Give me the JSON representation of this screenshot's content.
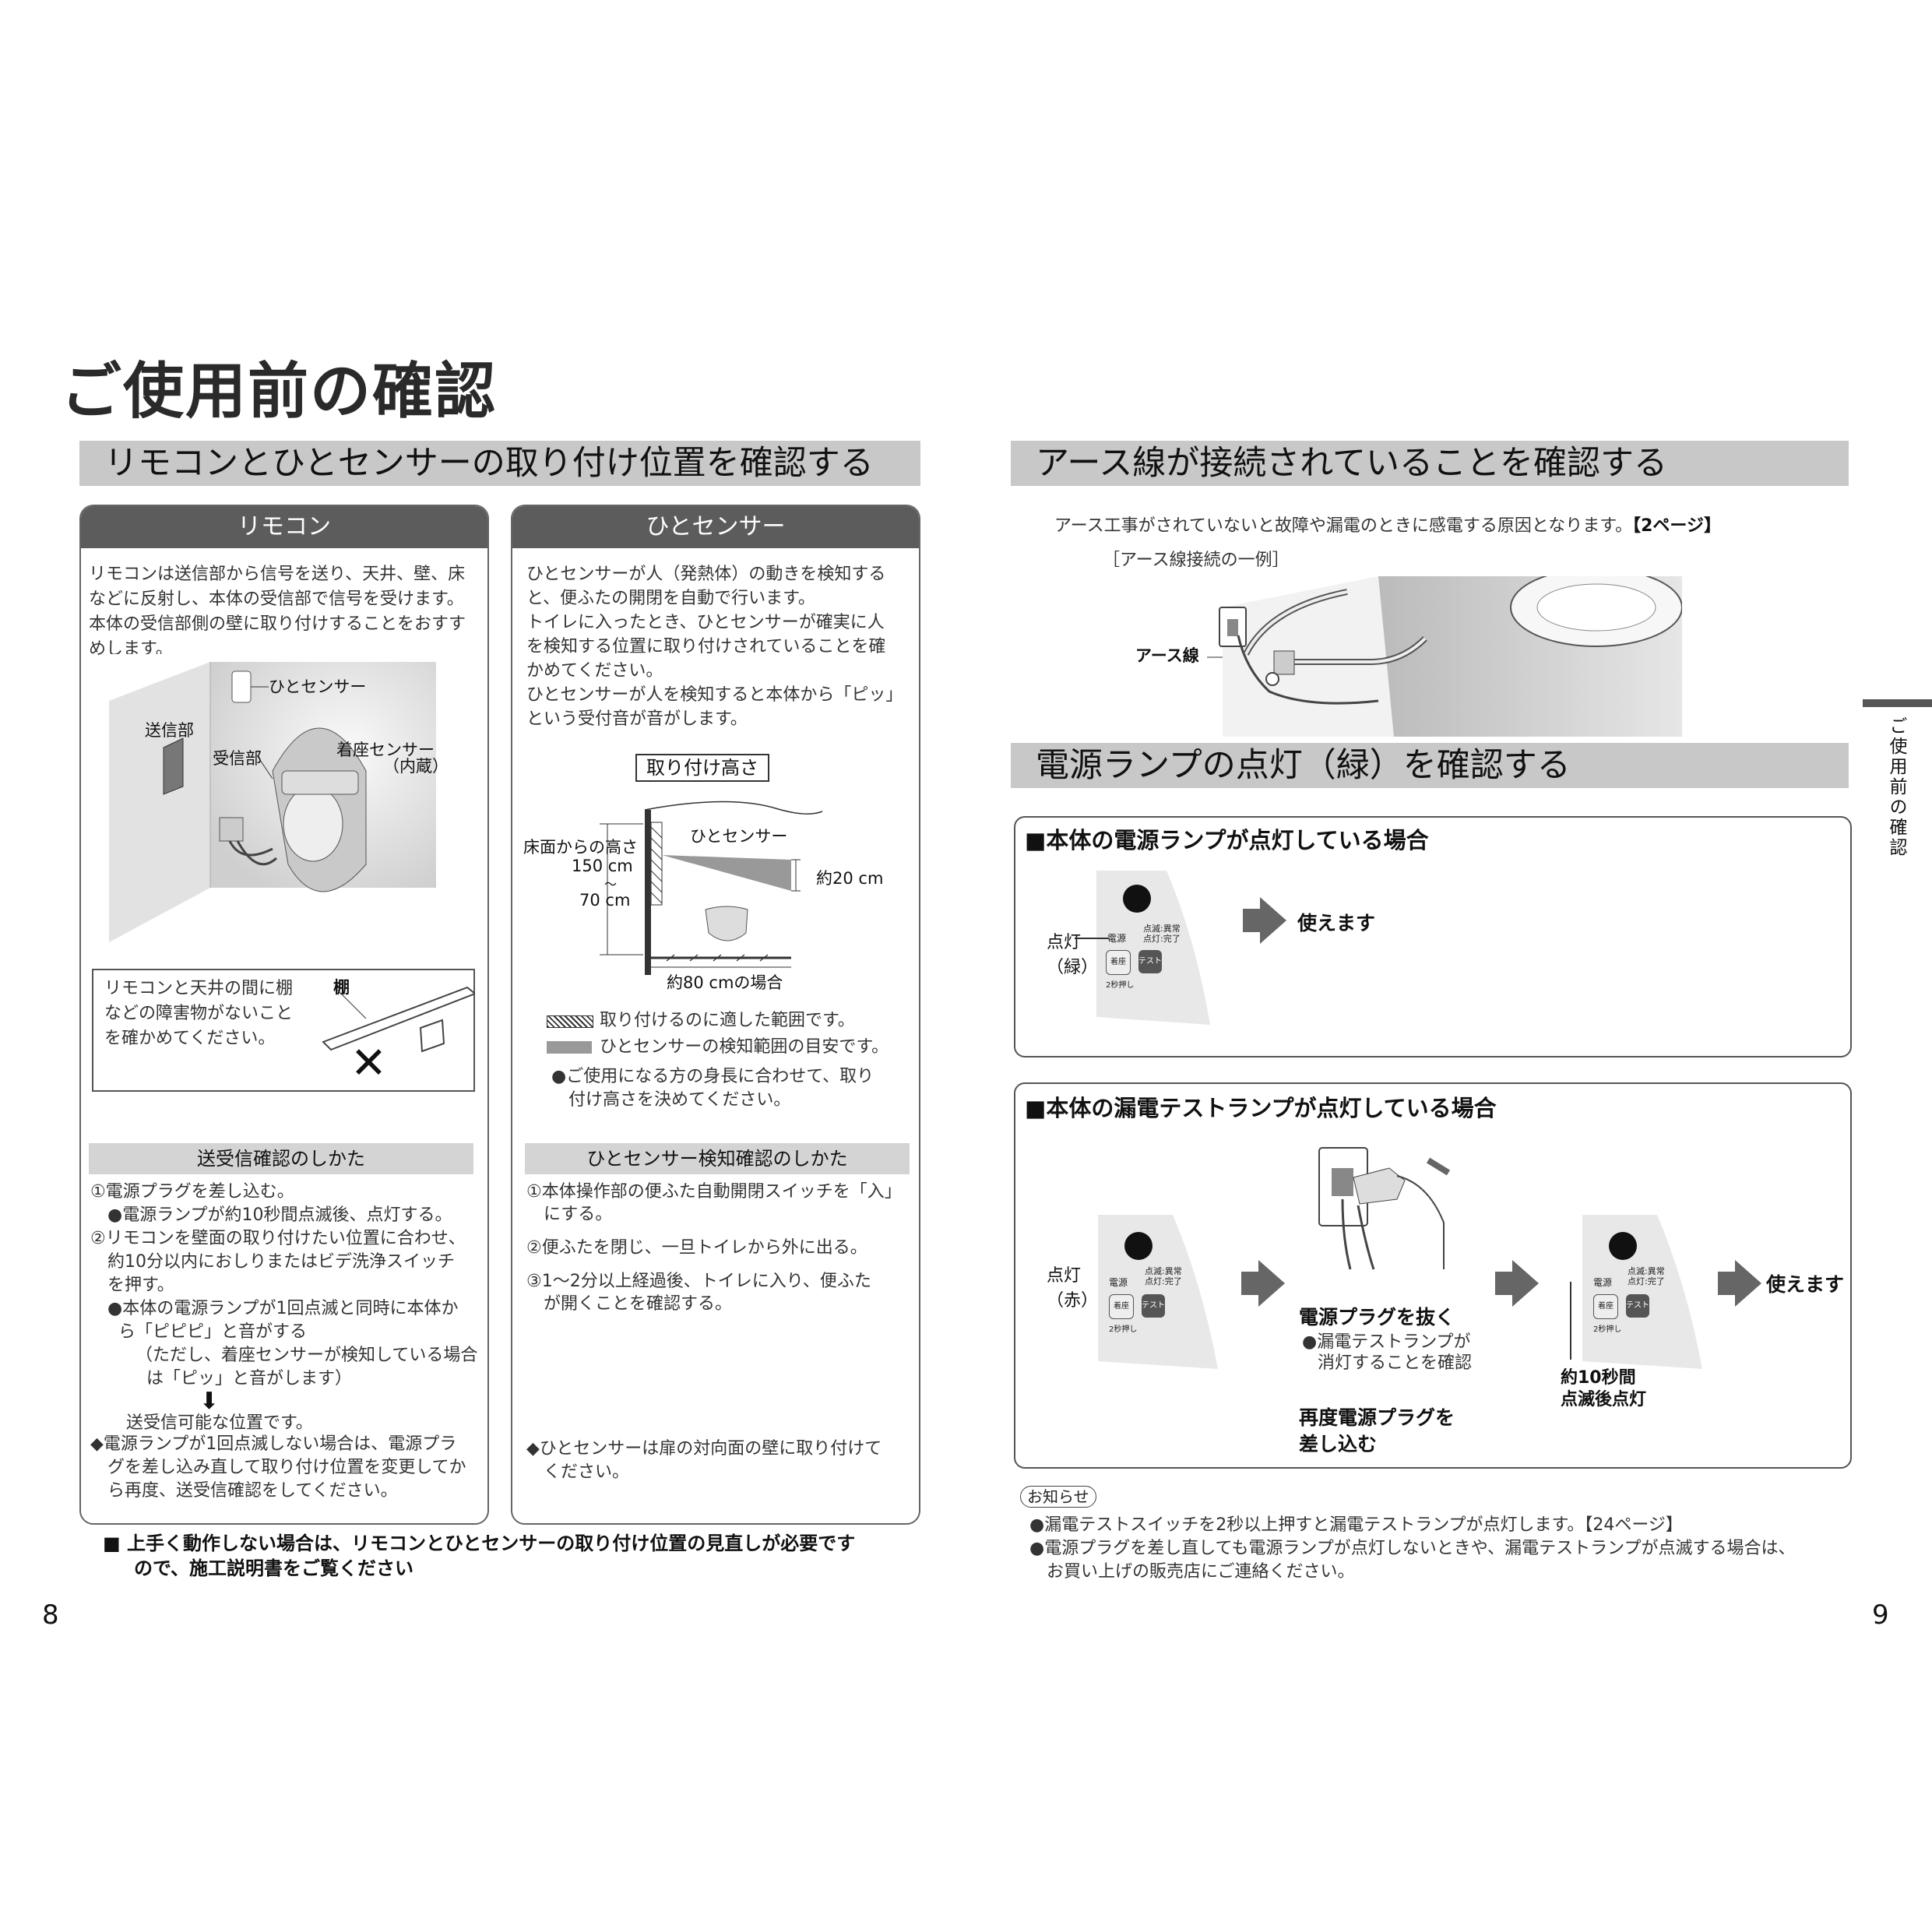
{
  "title": "ご使用前の確認",
  "left_section": {
    "heading": "リモコンとひとセンサーの取り付け位置を確認する",
    "remocon": {
      "header": "リモコン",
      "description": [
        "リモコンは送信部から信号を送り、天井、壁、床",
        "などに反射し、本体の受信部で信号を受けます。",
        "本体の受信部側の壁に取り付けすることをおすす",
        "めします。"
      ],
      "labels": {
        "sensor": "ひとセンサー",
        "transmitter": "送信部",
        "receiver": "受信部",
        "seat_sensor": "着座センサー",
        "seat_sensor_note": "（内蔵）"
      },
      "notice": [
        "リモコンと天井の間に棚",
        "などの障害物がないこと",
        "を確かめてください。"
      ],
      "shelf_label": "棚",
      "x_mark": "✕",
      "check_title": "送受信確認のしかた",
      "steps": [
        "①電源プラグを差し込む。",
        "●電源ランプが約10秒間点滅後、点灯する。",
        "②リモコンを壁面の取り付けたい位置に合わせ、",
        "約10分以内におしりまたはビデ洗浄スイッチ",
        "を押す。",
        "●本体の電源ランプが1回点滅と同時に本体か",
        "ら「ピピピ」と音がする",
        "（ただし、着座センサーが検知している場合",
        "は「ピッ」と音がします）"
      ],
      "result": "送受信可能な位置です。",
      "warning": [
        "◆電源ランプが1回点滅しない場合は、電源プラ",
        "グを差し込み直して取り付け位置を変更してか",
        "ら再度、送受信確認をしてください。"
      ]
    },
    "hitosensor": {
      "header": "ひとセンサー",
      "description": [
        "ひとセンサーが人（発熱体）の動きを検知する",
        "と、便ふたの開閉を自動で行います。",
        "トイレに入ったとき、ひとセンサーが確実に人",
        "を検知する位置に取り付けされていることを確",
        "かめてください。",
        "ひとセンサーが人を検知すると本体から「ピッ」",
        "という受付音が音がします。"
      ],
      "height_title": "取り付け高さ",
      "diagram": {
        "floor_height": "床面からの高さ",
        "h_top": "150 cm",
        "tilde": "〜",
        "h_bottom": "70 cm",
        "sensor": "ひとセンサー",
        "range": "約20 cm",
        "width": "約80 cmの場合"
      },
      "legend": [
        "取り付けるのに適した範囲です。",
        "ひとセンサーの検知範囲の目安です。"
      ],
      "note": [
        "●ご使用になる方の身長に合わせて、取り",
        "付け高さを決めてください。"
      ],
      "check_title": "ひとセンサー検知確認のしかた",
      "steps": [
        "①本体操作部の便ふた自動開閉スイッチを「入」",
        "にする。",
        "②便ふたを閉じ、一旦トイレから外に出る。",
        "③1〜2分以上経過後、トイレに入り、便ふた",
        "が開くことを確認する。"
      ],
      "warning": [
        "◆ひとセンサーは扉の対向面の壁に取り付けて",
        "ください。"
      ]
    },
    "footer_note": [
      "■ 上手く動作しない場合は、リモコンとひとセンサーの取り付け位置の見直しが必要です",
      "ので、施工説明書をご覧ください"
    ],
    "page_number": "8"
  },
  "right_section": {
    "earth_heading": "アース線が接続されていることを確認する",
    "earth_text": "アース工事がされていないと故障や漏電のときに感電する原因となります。",
    "earth_ref": "【2ページ】",
    "earth_example": "［アース線接続の一例］",
    "earth_label": "アース線",
    "lamp_heading": "電源ランプの点灯（緑）を確認する",
    "box1": {
      "title": "■本体の電源ランプが点灯している場合",
      "lit_label": "点灯",
      "lit_color": "（緑）",
      "panel": {
        "power": "電源",
        "blink": "点滅:異常",
        "lit": "点灯:完了",
        "seat": "着座",
        "test": "テスト",
        "hold": "2秒押し"
      },
      "result": "使えます"
    },
    "box2": {
      "title": "■本体の漏電テストランプが点灯している場合",
      "lit_label": "点灯",
      "lit_color": "（赤）",
      "panel": {
        "power": "電源",
        "blink": "点滅:異常",
        "lit": "点灯:完了",
        "seat": "着座",
        "test": "テスト",
        "hold": "2秒押し"
      },
      "unplug": "電源プラグを抜く",
      "unplug_note": [
        "●漏電テストランプが",
        "消灯することを確認"
      ],
      "replug": [
        "再度電源プラグを",
        "差し込む"
      ],
      "after": [
        "約10秒間",
        "点滅後点灯"
      ],
      "result": "使えます"
    },
    "notice_label": "お知らせ",
    "notices": [
      "●漏電テストスイッチを2秒以上押すと漏電テストランプが点灯します。【24ページ】",
      "●電源プラグを差し直しても電源ランプが点灯しないときや、漏電テストランプが点滅する場合は、",
      "お買い上げの販売店にご連絡ください。"
    ],
    "side_tab": "ご使用前の確認",
    "page_number": "9"
  }
}
